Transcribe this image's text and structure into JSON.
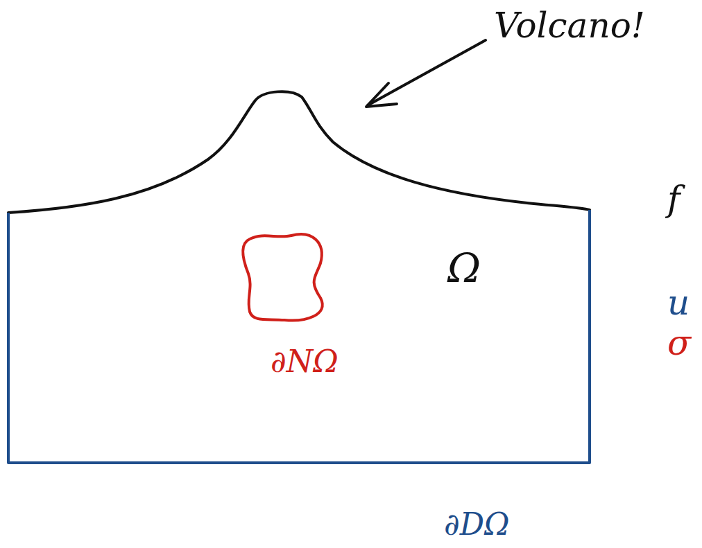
{
  "diagram": {
    "labels": [
      "Volcano!",
      "Ω",
      "∂NΩ",
      "∂DΩ",
      "f",
      "u",
      "σ"
    ]
  }
}
